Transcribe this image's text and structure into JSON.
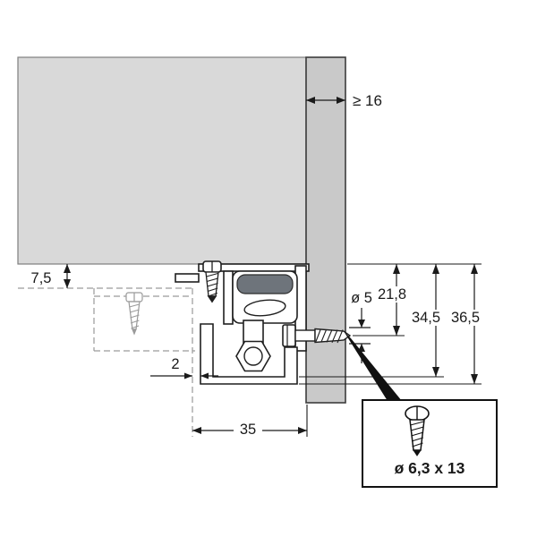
{
  "dims": {
    "panel_thickness": "≥ 16",
    "offset_top": "7,5",
    "pilot_hole": "ø 5",
    "screw_axis_depth": "21,8",
    "depth_inner": "34,5",
    "depth_outer": "36,5",
    "front_gap": "2",
    "fitting_depth": "35"
  },
  "detail": {
    "screw_spec": "ø 6,3 x 13"
  },
  "colors": {
    "panel_fill": "#d9d9d9",
    "side_panel_fill": "#c9c9c9",
    "line": "#1a1a1a",
    "ghost": "#9a9a9a",
    "lever_fill": "#6e747b"
  }
}
